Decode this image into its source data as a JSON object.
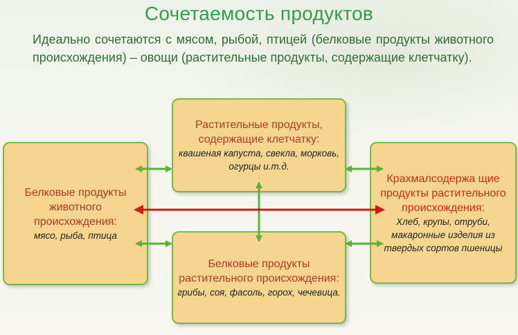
{
  "title": "Сочетаемость продуктов",
  "intro": "Идеально сочетаются с мясом, рыбой, птицей (белковые продукты животного происхождения) – овощи (растительные продукты, содержащие клетчатку).",
  "boxes": {
    "left": {
      "head": "Белковые продукты животного происхождения:",
      "items": "мясо, рыба, птица"
    },
    "top": {
      "head": "Растительные продукты, содержащие клетчатку:",
      "items": "квашеная капуста, свекла, морковь, огурцы и.т.д."
    },
    "bottom": {
      "head": "Белковые продукты растительного происхождения:",
      "items": "грибы, соя, фасоль, горох, чечевица."
    },
    "right": {
      "head": "Крахмалсодержа щие продукты растительного происхождения:",
      "items": "Хлеб, крупы, отруби, макаронные изделия из твердых сортов пшеницы"
    }
  },
  "colors": {
    "compatible": "#5bb336",
    "incompatible": "#d11a12",
    "box_fill": "#f6d590",
    "box_border": "#77b84a",
    "title": "#2f9e46"
  }
}
